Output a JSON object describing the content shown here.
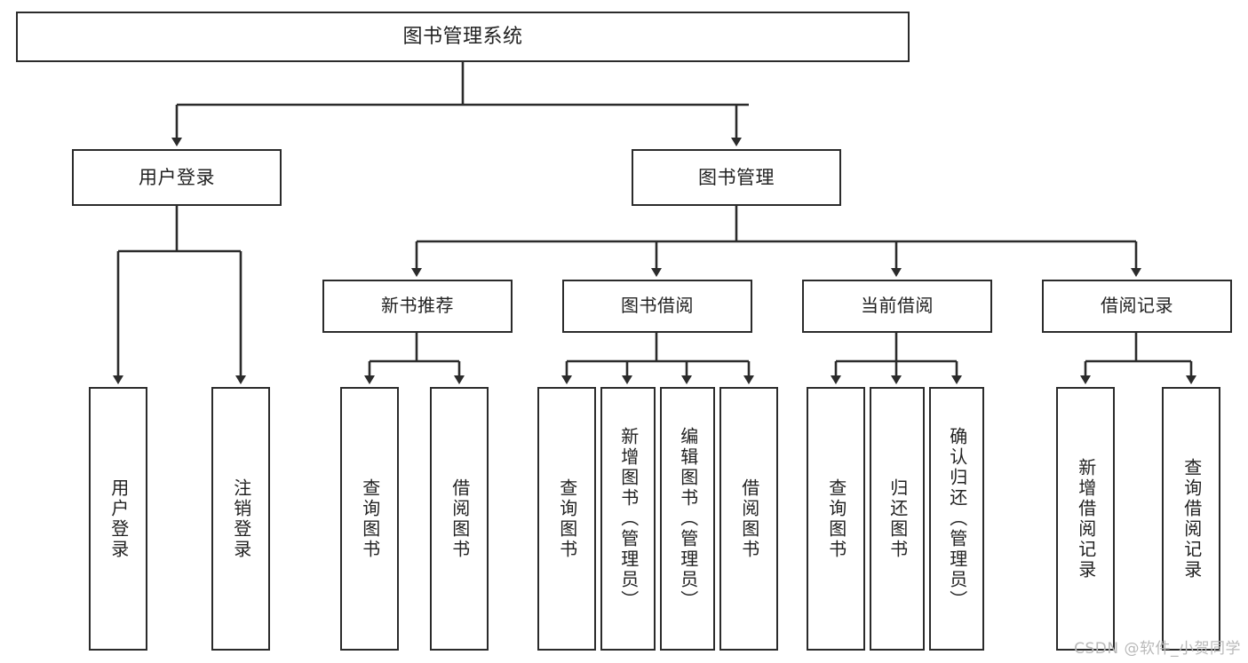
{
  "diagram": {
    "type": "tree-hierarchy",
    "title": "图书管理系统",
    "watermark": "CSDN @软件_小贺同学",
    "colors": {
      "background": "#ffffff",
      "border": "#2b2b2b",
      "text": "#222222",
      "connector": "#2b2b2b",
      "watermark": "#b9b9b9"
    },
    "nodes": {
      "root": {
        "label": "图书管理系统"
      },
      "level2": [
        {
          "label": "用户登录"
        },
        {
          "label": "图书管理"
        }
      ],
      "level3": [
        {
          "label": "新书推荐"
        },
        {
          "label": "图书借阅"
        },
        {
          "label": "当前借阅"
        },
        {
          "label": "借阅记录"
        }
      ],
      "leaves": {
        "user_login": [
          {
            "label": "用户登录"
          },
          {
            "label": "注销登录"
          }
        ],
        "new_book": [
          {
            "label": "查询图书"
          },
          {
            "label": "借阅图书"
          }
        ],
        "book_borrow": [
          {
            "label": "查询图书"
          },
          {
            "label": "新增图书（管理员）"
          },
          {
            "label": "编辑图书（管理员）"
          },
          {
            "label": "借阅图书"
          }
        ],
        "current_borrow": [
          {
            "label": "查询图书"
          },
          {
            "label": "归还图书"
          },
          {
            "label": "确认归还（管理员）"
          }
        ],
        "borrow_record": [
          {
            "label": "新增借阅记录"
          },
          {
            "label": "查询借阅记录"
          }
        ]
      }
    }
  }
}
